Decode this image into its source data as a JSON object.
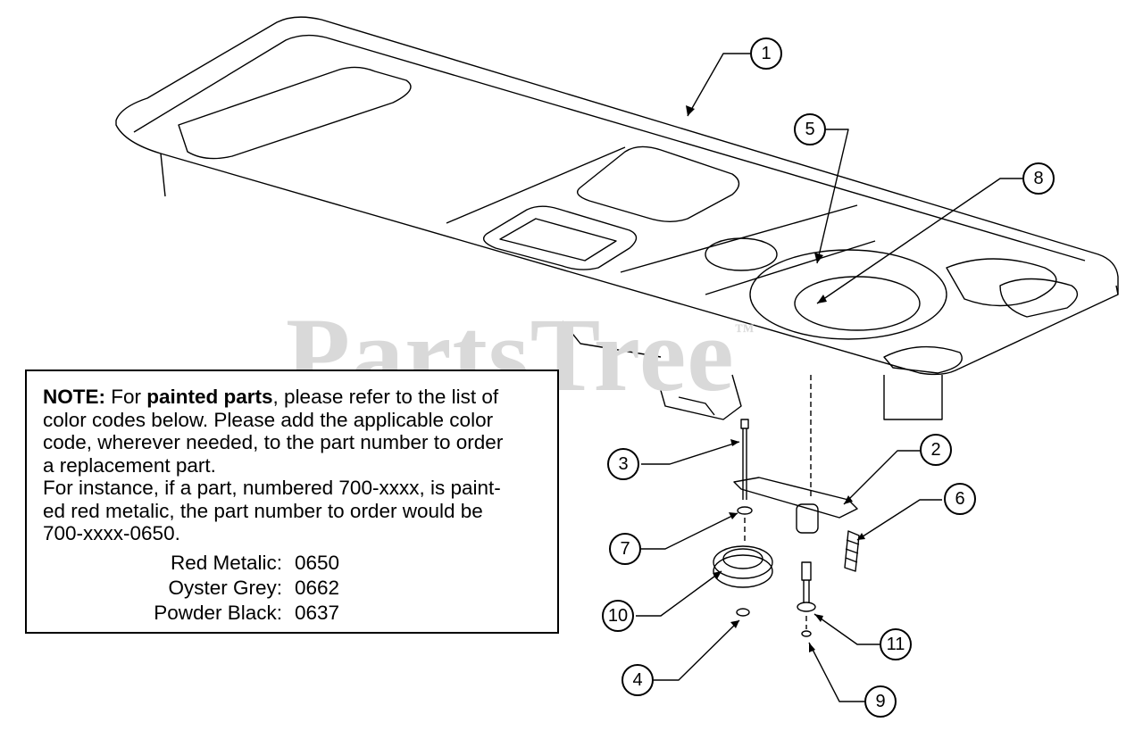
{
  "watermark": {
    "text": "PartsTree",
    "mark": "™"
  },
  "note": {
    "label": "NOTE:",
    "line1a": " For ",
    "line1b": "painted parts",
    "line1c": ", please refer to the list of",
    "line2": "color codes below. Please add the applicable color",
    "line3": "code, wherever needed, to the part number to order",
    "line4": "a replacement part.",
    "line5": "For instance, if a part, numbered 700-xxxx, is paint-",
    "line6": "ed red metalic, the part number to order would be",
    "line7": "700-xxxx-0650."
  },
  "color_codes": [
    {
      "name": "Red Metalic:",
      "code": "0650"
    },
    {
      "name": "Oyster Grey:",
      "code": "0662"
    },
    {
      "name": "Powder Black:",
      "code": "0637"
    }
  ],
  "callouts": [
    "1",
    "2",
    "3",
    "4",
    "5",
    "6",
    "7",
    "8",
    "9",
    "10",
    "11"
  ]
}
